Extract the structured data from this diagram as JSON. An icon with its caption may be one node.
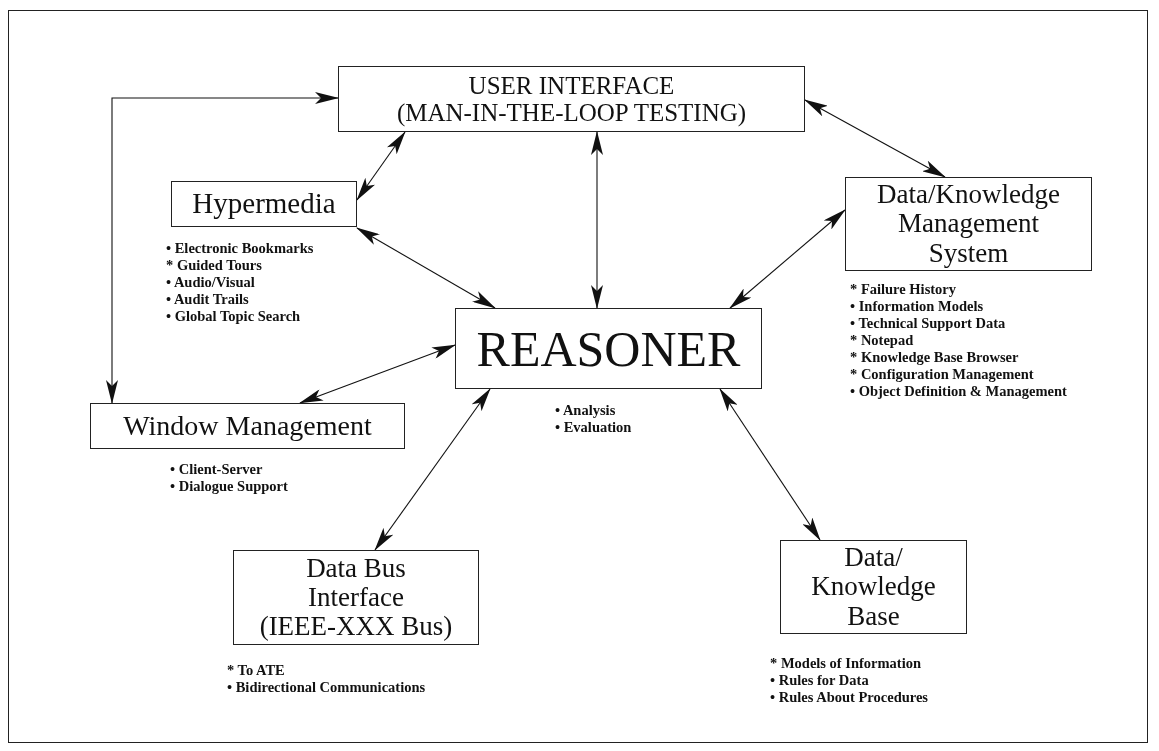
{
  "diagram": {
    "nodes": [
      {
        "text": [
          "USER INTERFACE",
          "(MAN-IN-THE-LOOP TESTING)"
        ]
      },
      {
        "text": [
          "Hypermedia"
        ],
        "beside": [
          "• Electronic Bookmarks",
          "* Guided Tours",
          "• Audio/Visual",
          "• Audit Trails",
          "• Global Topic Search"
        ]
      },
      {
        "text": [
          "REASONER"
        ],
        "beside": [
          "• Analysis",
          "• Evaluation"
        ]
      },
      {
        "text": [
          "Data/Knowledge Management System"
        ],
        "beside": [
          "* Failure History",
          "• Information Models",
          "• Technical Support Data",
          "* Notepad",
          "* Knowledge Base Browser",
          "* Configuration Management",
          "• Object Definition & Management"
        ]
      },
      {
        "text": [
          "Window Management"
        ],
        "beside": [
          "• Client-Server",
          "• Dialogue Support"
        ]
      },
      {
        "text": [
          "Data Bus Interface",
          "(IEEE-XXX Bus)"
        ],
        "beside": [
          "* To ATE",
          "• Bidirectional Communications"
        ]
      },
      {
        "text": [
          "Data/ Knowledge Base"
        ],
        "beside": [
          "* Models of Information",
          "• Rules for Data",
          "• Rules About Procedures"
        ]
      }
    ],
    "edges": [
      {
        "from": 4,
        "to": 0,
        "arrow": "both"
      },
      {
        "from": 1,
        "to": 0,
        "arrow": "both"
      },
      {
        "from": 1,
        "to": 2,
        "arrow": "both"
      },
      {
        "from": 0,
        "to": 2,
        "arrow": "both"
      },
      {
        "from": 0,
        "to": 3,
        "arrow": "both"
      },
      {
        "from": 3,
        "to": 2,
        "arrow": "both"
      },
      {
        "from": 2,
        "to": 4,
        "arrow": "both"
      },
      {
        "from": 2,
        "to": 5,
        "arrow": "both"
      },
      {
        "from": 2,
        "to": 6,
        "arrow": "both"
      }
    ]
  }
}
